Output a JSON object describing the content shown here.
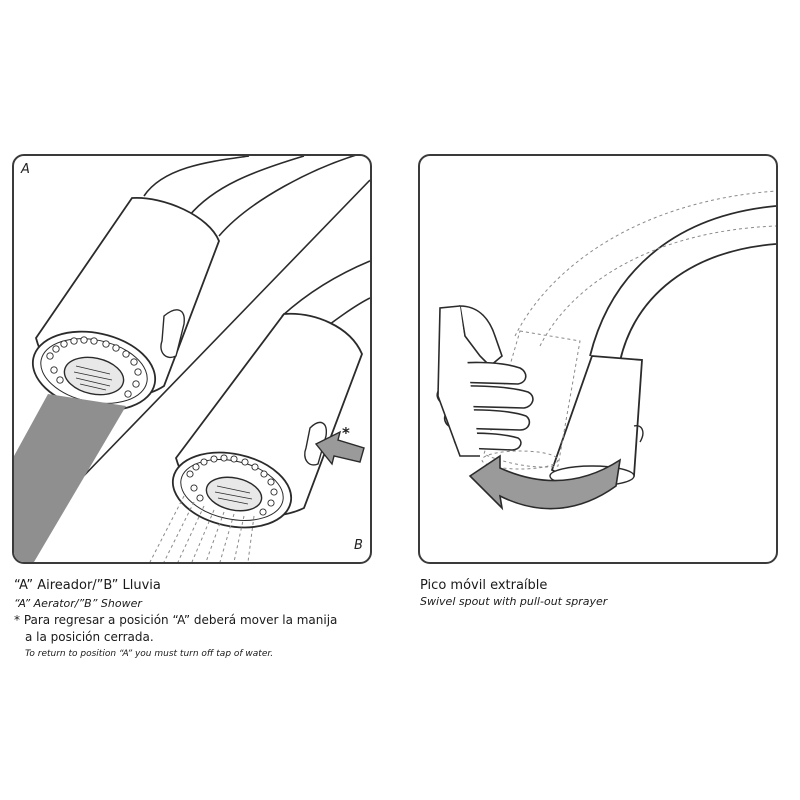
{
  "figure_a": {
    "label_a": "A",
    "label_b": "B",
    "asterisk": "*",
    "caption_title": "“A” Aireador/”B” Lluvia",
    "caption_en": "“A” Aerator/”B” Shower",
    "note_es_line1": "* Para regresar a posición “A” deberá mover la manija",
    "note_es_line2": "a la posición cerrada.",
    "note_en": "To return to position “A” you must turn off tap of water.",
    "colors": {
      "water_stream": "#8f8f8f",
      "arrow_fill": "#9a9a9a",
      "outline": "#2b2b2b"
    }
  },
  "figure_b": {
    "caption_title": "Pico móvil extraíble",
    "caption_en": "Swivel spout with pull-out sprayer",
    "colors": {
      "arrow_fill": "#9a9a9a",
      "outline": "#2b2b2b"
    }
  }
}
